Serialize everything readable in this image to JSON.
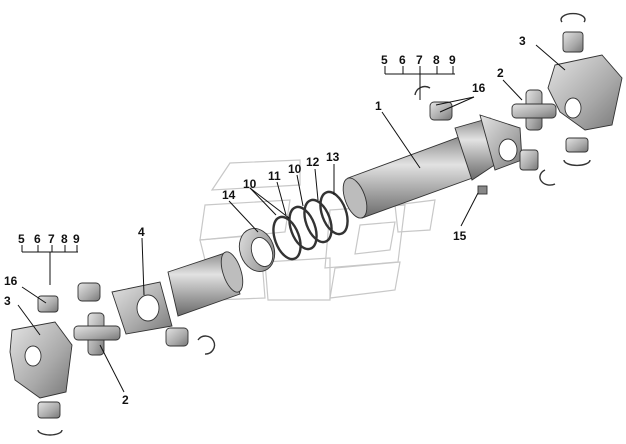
{
  "callouts": {
    "n1": "1",
    "n2a": "2",
    "n2b": "2",
    "n3a": "3",
    "n3b": "3",
    "n4": "4",
    "n5a": "5",
    "n6a": "6",
    "n7a": "7",
    "n8a": "8",
    "n9a": "9",
    "n5b": "5",
    "n6b": "6",
    "n7b": "7",
    "n8b": "8",
    "n9b": "9",
    "n10a": "10",
    "n10b": "10",
    "n11": "11",
    "n12": "12",
    "n13": "13",
    "n14": "14",
    "n15": "15",
    "n16a": "16",
    "n16b": "16"
  },
  "colors": {
    "metal_light": "#d6d6d6",
    "metal_mid": "#a8a8a8",
    "metal_dark": "#6e6e6e",
    "background_outline": "#c8c8c8"
  }
}
